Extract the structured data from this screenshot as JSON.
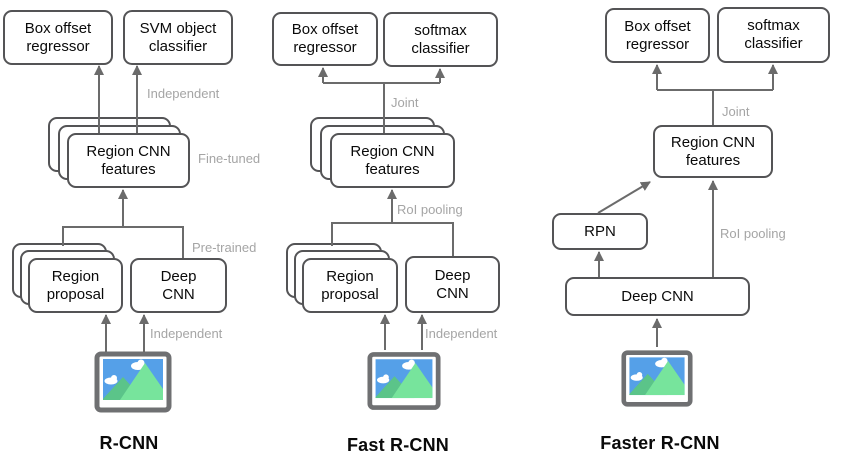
{
  "columns": [
    {
      "name": "R-CNN",
      "top_left_box": "Box offset\nregressor",
      "top_right_box": "SVM object\nclassifier",
      "features_box": "Region CNN\nfeatures",
      "proposal_box": "Region\nproposal",
      "cnn_box": "Deep\nCNN",
      "ann_top": "Independent",
      "ann_features": "Fine-tuned",
      "ann_mid": "Pre-trained",
      "ann_bottom": "Independent"
    },
    {
      "name": "Fast R-CNN",
      "top_left_box": "Box offset\nregressor",
      "top_right_box": "softmax\nclassifier",
      "features_box": "Region CNN\nfeatures",
      "proposal_box": "Region\nproposal",
      "cnn_box": "Deep\nCNN",
      "ann_top": "Joint",
      "ann_mid": "RoI pooling",
      "ann_bottom": "Independent"
    },
    {
      "name": "Faster R-CNN",
      "top_left_box": "Box offset\nregressor",
      "top_right_box": "softmax\nclassifier",
      "features_box": "Region CNN\nfeatures",
      "rpn_box": "RPN",
      "cnn_box": "Deep CNN",
      "ann_top": "Joint",
      "ann_mid": "RoI pooling"
    }
  ],
  "icons": {
    "input_image": "landscape-image-icon"
  },
  "colors": {
    "box_border": "#545456",
    "connector": "#6b6b6b",
    "annotation": "#a5a5a5",
    "label": "#0a0a0a",
    "image_border": "#6f7072",
    "sky": "#55a0e8",
    "cloud": "#ffffff",
    "mountain_left": "#5bc489",
    "mountain_right": "#77e49c"
  }
}
